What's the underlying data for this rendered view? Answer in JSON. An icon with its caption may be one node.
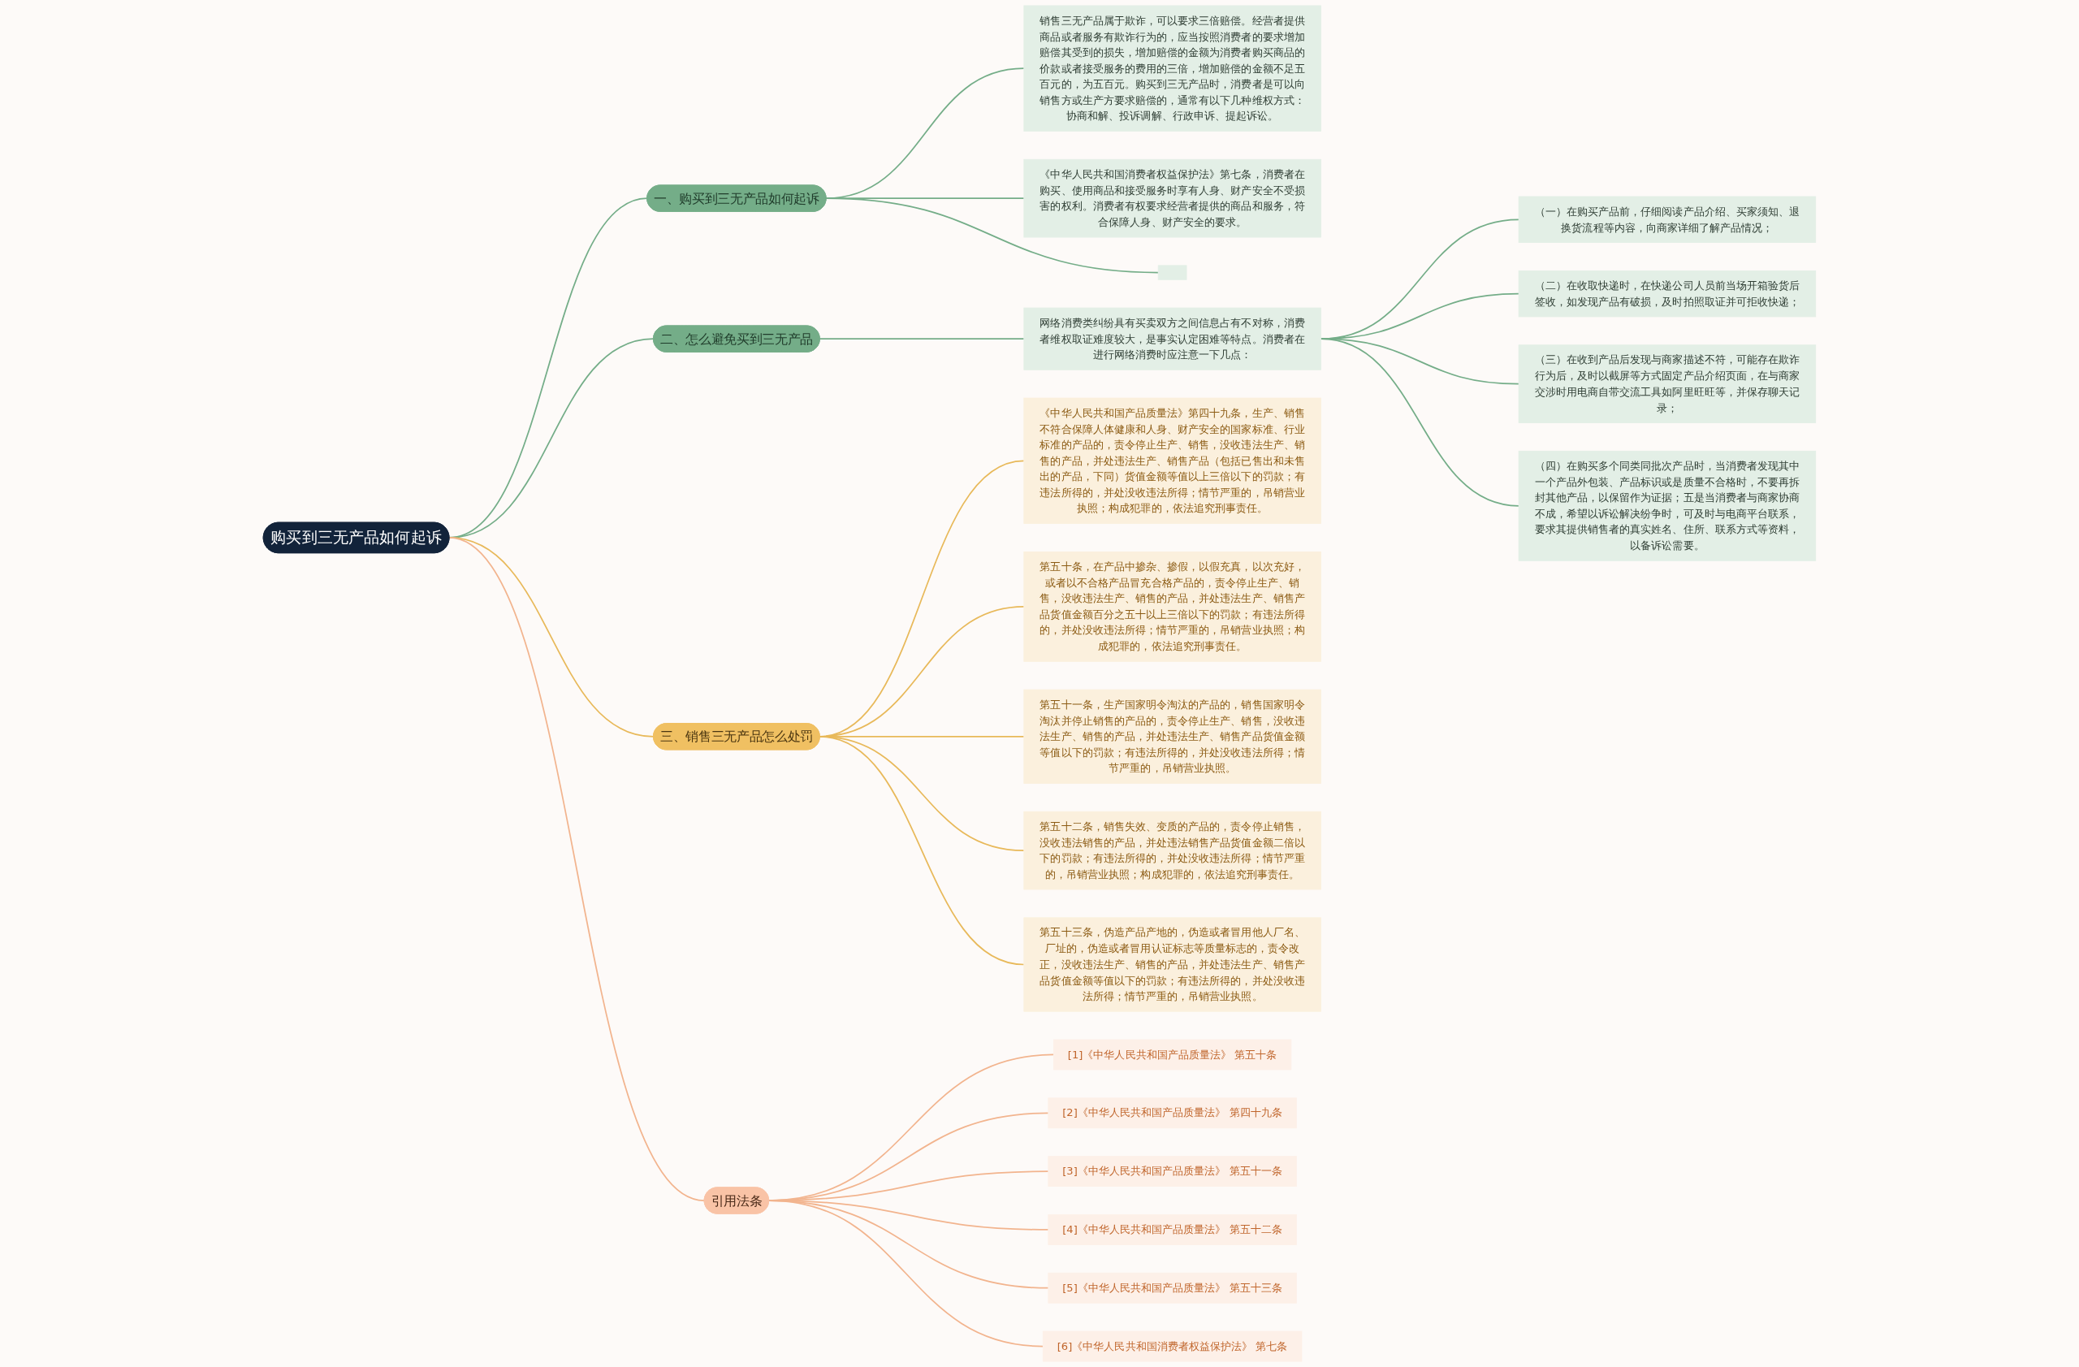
{
  "diagram": {
    "nodes": [
      {
        "text": [
          "购买到三无产品如何起诉"
        ]
      },
      {
        "text": [
          "一、购买到三无产品如何起诉"
        ]
      },
      {
        "text": [
          "销售三无产品属于欺诈，可以要求三倍赔偿。经营者提供商品或者服务有欺诈行为的，应当按照消费者的要求增加赔偿其受到的损失，增加赔偿的金额为消费者购买商品的价款或者接受服务的费用的三倍，增加赔偿的金额不足五百元的，为五百元。购买到三无产品时，消费者是可以向销售方或生产方要求赔偿的，通常有以下几种维权方式：协商和解、投诉调解、行政申诉、提起诉讼。"
        ]
      },
      {
        "text": [
          "《中华人民共和国消费者权益保护法》第七条，消费者在购买、使用商品和接受服务时享有人身、财产安全不受损害的权利。消费者有权要求经营者提供的商品和服务，符合保障人身、财产安全的要求。"
        ]
      },
      {
        "text": [],
        "shape": "box"
      },
      {
        "text": [
          "二、怎么避免买到三无产品"
        ]
      },
      {
        "text": [
          "网络消费类纠纷具有买卖双方之间信息占有不对称，消费者维权取证难度较大，是事实认定困难等特点。消费者在进行网络消费时应注意一下几点："
        ]
      },
      {
        "text": [
          "（一）在购买产品前，仔细阅读产品介绍、买家须知、退换货流程等内容，向商家详细了解产品情况；"
        ]
      },
      {
        "text": [
          "（二）在收取快递时，在快递公司人员前当场开箱验货后签收，如发现产品有破损，及时拍照取证并可拒收快递；"
        ]
      },
      {
        "text": [
          "（三）在收到产品后发现与商家描述不符，可能存在欺诈行为后，及时以截屏等方式固定产品介绍页面，在与商家交涉时用电商自带交流工具如阿里旺旺等，并保存聊天记录；"
        ]
      },
      {
        "text": [
          "（四）在购买多个同类同批次产品时，当消费者发现其中一个产品外包装、产品标识或是质量不合格时，不要再拆封其他产品，以保留作为证据；五是当消费者与商家协商不成，希望以诉讼解决纷争时，可及时与电商平台联系，要求其提供销售者的真实姓名、住所、联系方式等资料，以备诉讼需要。"
        ]
      },
      {
        "text": [
          "三、销售三无产品怎么处罚"
        ]
      },
      {
        "text": [
          "《中华人民共和国产品质量法》第四十九条，生产、销售不符合保障人体健康和人身、财产安全的国家标准、行业标准的产品的，责令停止生产、销售，没收违法生产、销售的产品，并处违法生产、销售产品（包括已售出和未售出的产品，下同）货值金额等值以上三倍以下的罚款；有违法所得的，并处没收违法所得；情节严重的，吊销营业执照；构成犯罪的，依法追究刑事责任。"
        ]
      },
      {
        "text": [
          "第五十条，在产品中掺杂、掺假，以假充真，以次充好，或者以不合格产品冒充合格产品的，责令停止生产、销售，没收违法生产、销售的产品，并处违法生产、销售产品货值金额百分之五十以上三倍以下的罚款；有违法所得的，并处没收违法所得；情节严重的，吊销营业执照；构成犯罪的，依法追究刑事责任。"
        ]
      },
      {
        "text": [
          "第五十一条，生产国家明令淘汰的产品的，销售国家明令淘汰并停止销售的产品的，责令停止生产、销售，没收违法生产、销售的产品，并处违法生产、销售产品货值金额等值以下的罚款；有违法所得的，并处没收违法所得；情节严重的，吊销营业执照。"
        ]
      },
      {
        "text": [
          "第五十二条，销售失效、变质的产品的，责令停止销售，没收违法销售的产品，并处违法销售产品货值金额二倍以下的罚款；有违法所得的，并处没收违法所得；情节严重的，吊销营业执照；构成犯罪的，依法追究刑事责任。"
        ]
      },
      {
        "text": [
          "第五十三条，伪造产品产地的，伪造或者冒用他人厂名、厂址的，伪造或者冒用认证标志等质量标志的，责令改正，没收违法生产、销售的产品，并处违法生产、销售产品货值金额等值以下的罚款；有违法所得的，并处没收违法所得；情节严重的，吊销营业执照。"
        ]
      },
      {
        "text": [
          "引用法条"
        ]
      },
      {
        "text": [
          "[1]《中华人民共和国产品质量法》 第五十条"
        ]
      },
      {
        "text": [
          "[2]《中华人民共和国产品质量法》 第四十九条"
        ]
      },
      {
        "text": [
          "[3]《中华人民共和国产品质量法》 第五十一条"
        ]
      },
      {
        "text": [
          "[4]《中华人民共和国产品质量法》 第五十二条"
        ]
      },
      {
        "text": [
          "[5]《中华人民共和国产品质量法》 第五十三条"
        ]
      },
      {
        "text": [
          "[6]《中华人民共和国消费者权益保护法》 第七条"
        ]
      }
    ],
    "edges": [
      {
        "from": 0,
        "to": 1,
        "arrow": "none"
      },
      {
        "from": 1,
        "to": 2,
        "arrow": "none"
      },
      {
        "from": 1,
        "to": 3,
        "arrow": "none"
      },
      {
        "from": 1,
        "to": 4,
        "arrow": "none"
      },
      {
        "from": 0,
        "to": 5,
        "arrow": "none"
      },
      {
        "from": 5,
        "to": 6,
        "arrow": "none"
      },
      {
        "from": 6,
        "to": 7,
        "arrow": "none"
      },
      {
        "from": 6,
        "to": 8,
        "arrow": "none"
      },
      {
        "from": 6,
        "to": 9,
        "arrow": "none"
      },
      {
        "from": 6,
        "to": 10,
        "arrow": "none"
      },
      {
        "from": 0,
        "to": 11,
        "arrow": "none",
        "color": "#e8b95a"
      },
      {
        "from": 11,
        "to": 12,
        "arrow": "none",
        "color": "#e8b95a"
      },
      {
        "from": 11,
        "to": 13,
        "arrow": "none",
        "color": "#e8b95a"
      },
      {
        "from": 11,
        "to": 14,
        "arrow": "none",
        "color": "#e8b95a"
      },
      {
        "from": 11,
        "to": 15,
        "arrow": "none",
        "color": "#e8b95a"
      },
      {
        "from": 11,
        "to": 16,
        "arrow": "none",
        "color": "#e8b95a"
      },
      {
        "from": 0,
        "to": 17,
        "arrow": "none",
        "color": "#f2b48e"
      },
      {
        "from": 17,
        "to": 18,
        "arrow": "none",
        "color": "#f2b48e"
      },
      {
        "from": 17,
        "to": 19,
        "arrow": "none",
        "color": "#f2b48e"
      },
      {
        "from": 17,
        "to": 20,
        "arrow": "none",
        "color": "#f2b48e"
      },
      {
        "from": 17,
        "to": 21,
        "arrow": "none",
        "color": "#f2b48e"
      },
      {
        "from": 17,
        "to": 22,
        "arrow": "none",
        "color": "#f2b48e"
      },
      {
        "from": 17,
        "to": 23,
        "arrow": "none",
        "color": "#f2b48e"
      }
    ]
  }
}
